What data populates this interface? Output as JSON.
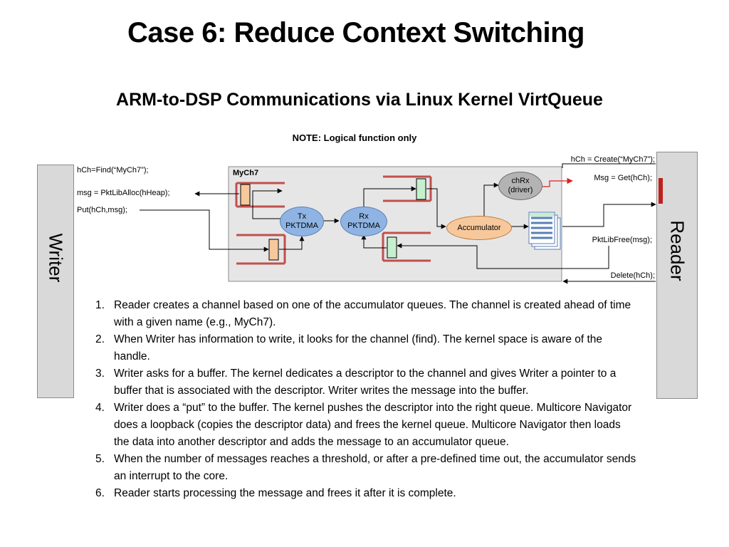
{
  "slide": {
    "title": "Case 6: Reduce Context Switching",
    "subtitle": "ARM-to-DSP Communications via Linux Kernel VirtQueue",
    "note": "NOTE: Logical function only"
  },
  "writer": {
    "label": "Writer",
    "code": [
      "hCh=Find(“MyCh7”);",
      "msg = PktLibAlloc(hHeap);",
      "Put(hCh,msg);"
    ]
  },
  "reader": {
    "label": "Reader",
    "code": {
      "create": "hCh = Create(“MyCh7”);",
      "get": "Msg = Get(hCh);",
      "free": "PktLibFree(msg);",
      "delete": "Delete(hCh);"
    }
  },
  "kernel": {
    "channel_label": "MyCh7",
    "nodes": {
      "tx": [
        "Tx",
        "PKTDMA"
      ],
      "rx": [
        "Rx",
        "PKTDMA"
      ],
      "chrx": [
        "chRx",
        "(driver)"
      ],
      "accumulator": "Accumulator"
    }
  },
  "colors": {
    "queue_rail": "#c0504d",
    "queue_orange": "#f7c89b",
    "queue_green": "#c6efce",
    "pktdma": "#8fb4e3",
    "accumulator": "#f7c89b",
    "panel": "#d9d9d9",
    "kernel_box": "#e6e6e6",
    "interrupt": "#e02020"
  },
  "steps": [
    {
      "num": "1.",
      "text": "Reader creates a channel based on one of the accumulator queues. The channel is created ahead of time with a given name (e.g., MyCh7)."
    },
    {
      "num": "2.",
      "text": "When Writer has information to write, it looks for the channel (find). The kernel space is aware of the handle."
    },
    {
      "num": "3.",
      "text": "Writer asks for a buffer. The kernel dedicates a descriptor to the channel and gives Writer a pointer to a buffer that is associated with the descriptor. Writer writes the message into the buffer."
    },
    {
      "num": "4.",
      "text": "Writer does a “put” to the buffer. The kernel pushes the descriptor into the right queue. Multicore Navigator does a loopback (copies the descriptor data) and frees the kernel queue. Multicore Navigator then loads the data into another descriptor and adds the message to an accumulator queue."
    },
    {
      "num": "5.",
      "text": "When the number of messages reaches a threshold, or after a pre-defined time out, the accumulator sends an interrupt to the core."
    },
    {
      "num": "6.",
      "text": "Reader starts processing the message and frees it after it is complete."
    }
  ]
}
